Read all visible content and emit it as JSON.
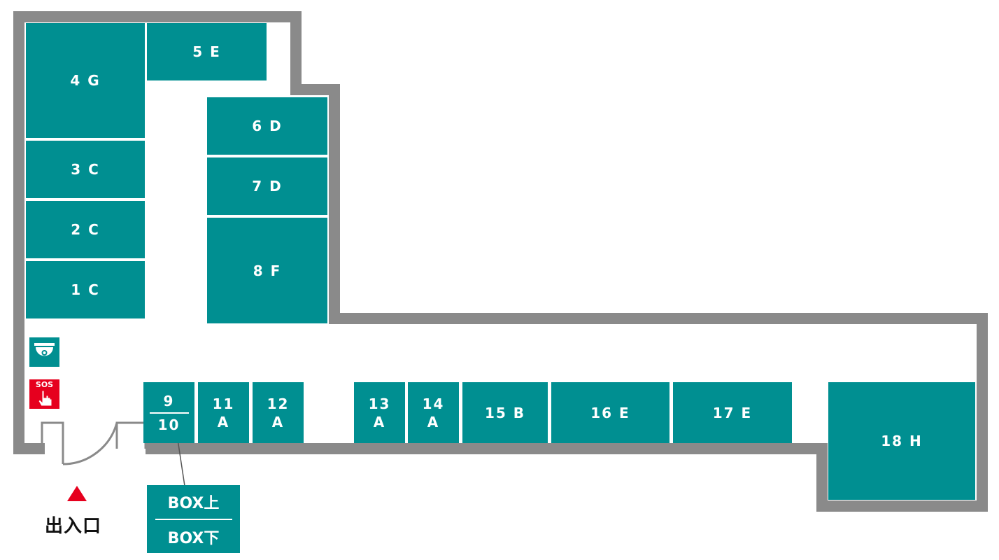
{
  "units": [
    {
      "id": "4",
      "size": "G"
    },
    {
      "id": "5",
      "size": "E"
    },
    {
      "id": "3",
      "size": "C"
    },
    {
      "id": "2",
      "size": "C"
    },
    {
      "id": "1",
      "size": "C"
    },
    {
      "id": "6",
      "size": "D"
    },
    {
      "id": "7",
      "size": "D"
    },
    {
      "id": "8",
      "size": "F"
    },
    {
      "id": "11",
      "size": "A"
    },
    {
      "id": "12",
      "size": "A"
    },
    {
      "id": "13",
      "size": "A"
    },
    {
      "id": "14",
      "size": "A"
    },
    {
      "id": "15",
      "size": "B"
    },
    {
      "id": "16",
      "size": "E"
    },
    {
      "id": "17",
      "size": "E"
    },
    {
      "id": "18",
      "size": "H"
    }
  ],
  "stacked_unit": {
    "top": "9",
    "bottom": "10"
  },
  "legend": {
    "top": "BOX上",
    "bottom": "BOX下"
  },
  "entrance": {
    "label": "出入口",
    "marker": "▲"
  },
  "icons": {
    "camera": "security-camera-icon",
    "sos": "sos-button-icon",
    "sos_text": "SOS"
  },
  "colors": {
    "unit": "#008f91",
    "wall": "#8a8a8a",
    "marker": "#e6001e",
    "sos": "#e6001e"
  }
}
